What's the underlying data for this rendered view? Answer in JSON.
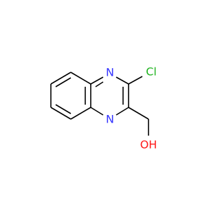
{
  "molecule": {
    "atoms": {
      "n_top": "N",
      "n_bottom": "N",
      "chlorine": "Cl",
      "hydroxyl": "OH"
    }
  },
  "colors": {
    "bond": "#000000",
    "nitrogen": "#3333ff",
    "chlorine": "#1fb31f",
    "oxygen": "#ff1a1a"
  }
}
